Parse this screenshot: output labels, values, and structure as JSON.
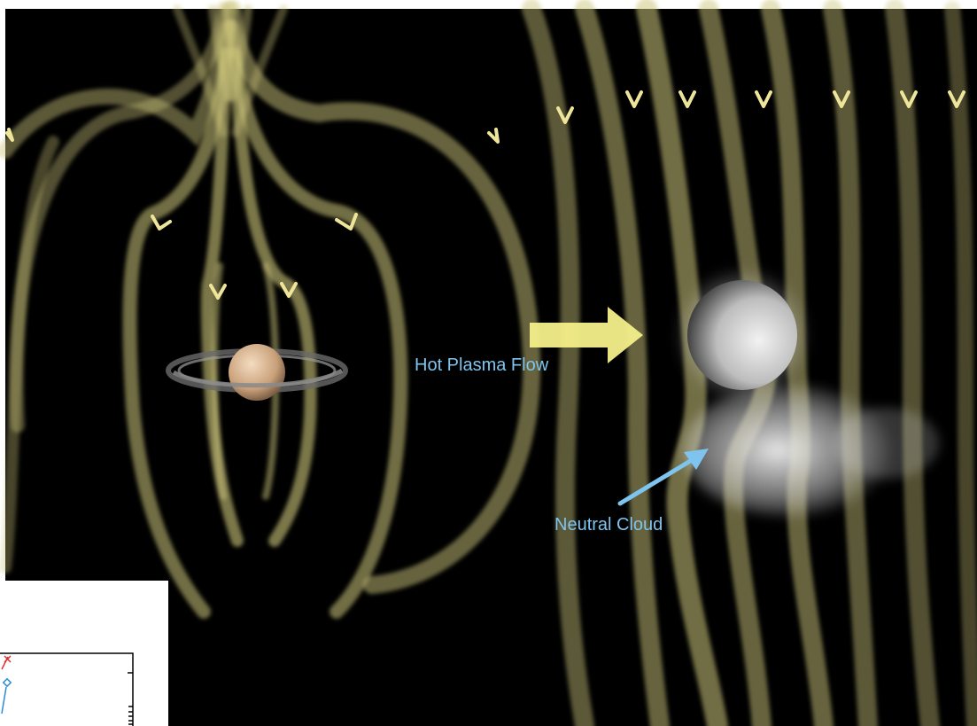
{
  "labels": {
    "hot_plasma_flow": "Hot Plasma Flow",
    "neutral_cloud": "Neutral Cloud"
  },
  "colors": {
    "background": "#000000",
    "field_lines": "#cdc67c",
    "field_arrows": "#efe59a",
    "flow_arrow": "#f4ef8a",
    "label_text": "#7ec4ee",
    "pointer_arrow": "#7ec4ee",
    "moon": "#d8d8d8",
    "cloud": "#f0f0f0",
    "saturn": "#d8b48e"
  },
  "icons": {
    "flow": "right-arrow",
    "pointer": "diagonal-arrow",
    "field_direction": "chevron-down-icon"
  }
}
